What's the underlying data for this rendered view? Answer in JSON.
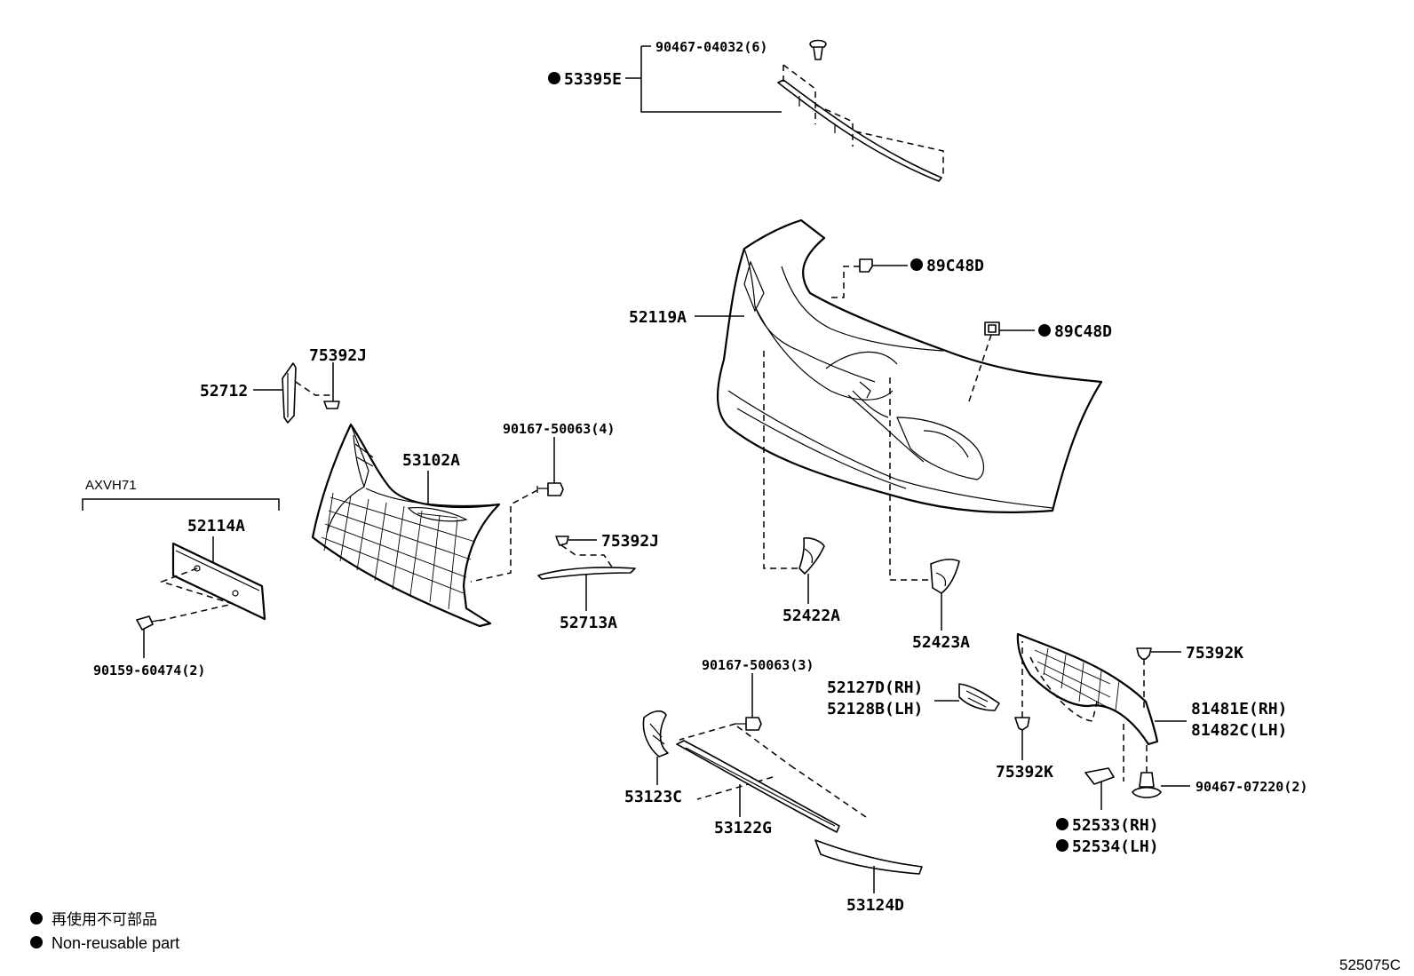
{
  "labels": {
    "p_90467_04032": "90467-04032(6)",
    "p_53395E": "53395E",
    "p_89C48D_a": "89C48D",
    "p_89C48D_b": "89C48D",
    "p_52119A": "52119A",
    "p_75392J_a": "75392J",
    "p_52712": "52712",
    "p_90167_50063_4": "90167-50063(4)",
    "p_53102A": "53102A",
    "p_AXVH71": "AXVH71",
    "p_52114A": "52114A",
    "p_75392J_b": "75392J",
    "p_52713A": "52713A",
    "p_90159_60474": "90159-60474(2)",
    "p_52422A": "52422A",
    "p_52423A": "52423A",
    "p_75392K_a": "75392K",
    "p_90167_50063_3": "90167-50063(3)",
    "p_52127D": "52127D(RH)",
    "p_52128B": "52128B(LH)",
    "p_81481E": "81481E(RH)",
    "p_81482C": "81482C(LH)",
    "p_75392K_b": "75392K",
    "p_53123C": "53123C",
    "p_90467_07220": "90467-07220(2)",
    "p_52533": "52533(RH)",
    "p_52534": "52534(LH)",
    "p_53122G": "53122G",
    "p_53124D": "53124D"
  },
  "legend": {
    "cjk": "再使用不可部品",
    "en": "Non-reusable part"
  },
  "diagram_id": "525075C"
}
